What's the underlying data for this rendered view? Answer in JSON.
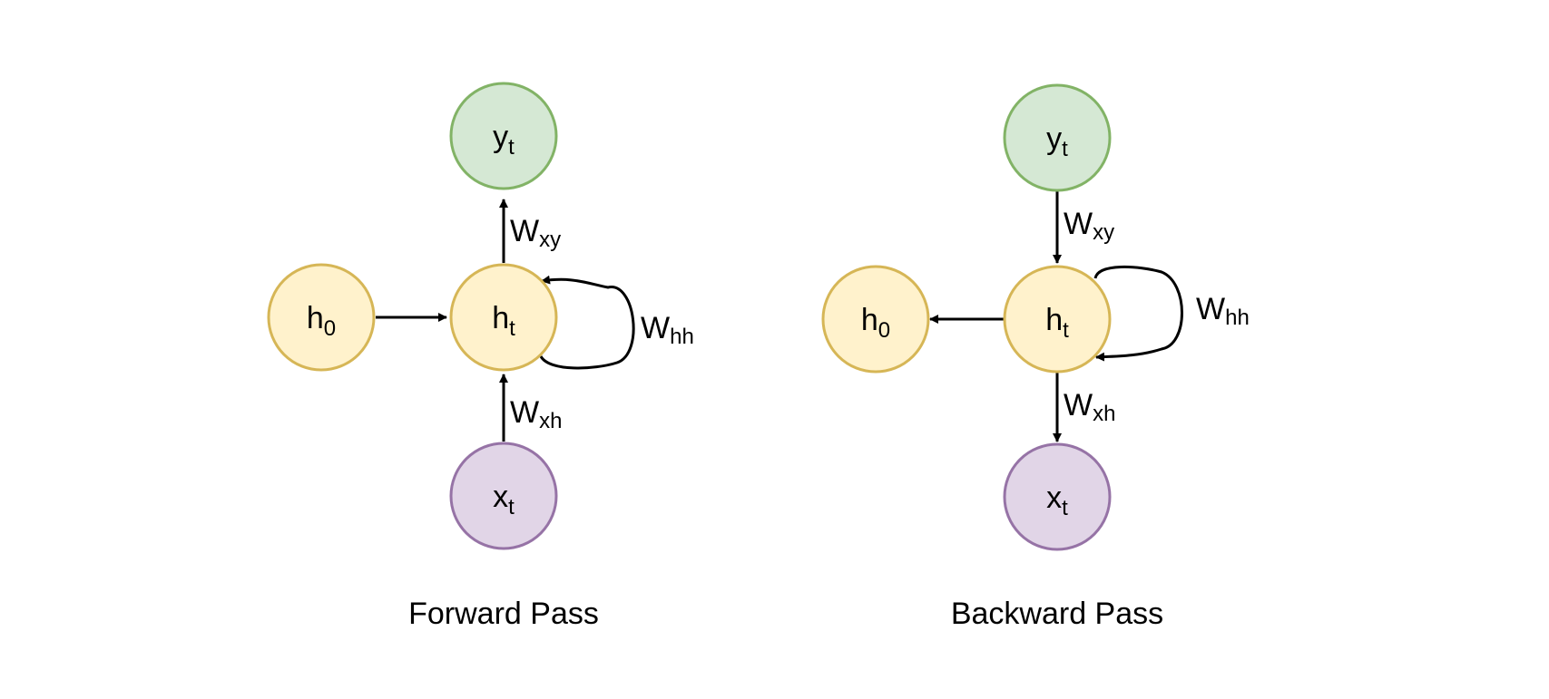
{
  "panels": [
    {
      "id": "forward",
      "caption": "Forward Pass",
      "nodes": {
        "y": {
          "base": "y",
          "sub": "t",
          "fill": "#d5e8d4",
          "stroke": "#82b366"
        },
        "h": {
          "base": "h",
          "sub": "t",
          "fill": "#fff2cc",
          "stroke": "#d6b656"
        },
        "h0": {
          "base": "h",
          "sub": "0",
          "fill": "#fff2cc",
          "stroke": "#d6b656"
        },
        "x": {
          "base": "x",
          "sub": "t",
          "fill": "#e1d5e7",
          "stroke": "#9673a6"
        }
      },
      "edges": {
        "xy": {
          "base": "W",
          "sub": "xy"
        },
        "hh": {
          "base": "W",
          "sub": "hh"
        },
        "xh": {
          "base": "W",
          "sub": "xh"
        }
      }
    },
    {
      "id": "backward",
      "caption": "Backward Pass",
      "nodes": {
        "y": {
          "base": "y",
          "sub": "t",
          "fill": "#d5e8d4",
          "stroke": "#82b366"
        },
        "h": {
          "base": "h",
          "sub": "t",
          "fill": "#fff2cc",
          "stroke": "#d6b656"
        },
        "h0": {
          "base": "h",
          "sub": "0",
          "fill": "#fff2cc",
          "stroke": "#d6b656"
        },
        "x": {
          "base": "x",
          "sub": "t",
          "fill": "#e1d5e7",
          "stroke": "#9673a6"
        }
      },
      "edges": {
        "xy": {
          "base": "W",
          "sub": "xy"
        },
        "hh": {
          "base": "W",
          "sub": "hh"
        },
        "xh": {
          "base": "W",
          "sub": "xh"
        }
      }
    }
  ]
}
